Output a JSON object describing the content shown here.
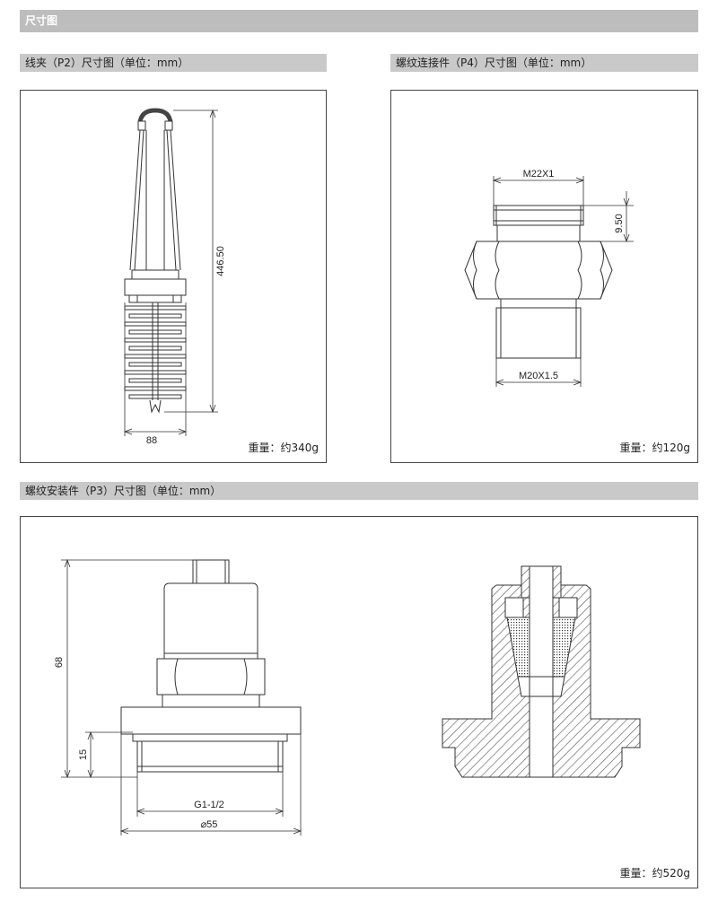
{
  "header": {
    "title": "尺寸图"
  },
  "sections": {
    "p2": {
      "title": "线夹（P2）尺寸图（单位：mm）",
      "dims": {
        "height": "446.50",
        "width": "88"
      },
      "weight": "重量：约340g"
    },
    "p4": {
      "title": "螺纹连接件（P4）尺寸图（单位：mm）",
      "dims": {
        "top_thread": "M22X1",
        "top_height": "9.50",
        "bottom_thread": "M20X1.5"
      },
      "weight": "重量：约120g"
    },
    "p3": {
      "title": "螺纹安装件（P3）尺寸图（单位：mm）",
      "dims": {
        "height": "68",
        "thread_height": "15",
        "thread": "G1-1/2",
        "diameter": "⌀55"
      },
      "weight": "重量：约520g"
    }
  },
  "colors": {
    "bar": "#c9c9c9",
    "header_bar": "#bdbdbd",
    "line": "#333333",
    "hatch": "#555555"
  }
}
